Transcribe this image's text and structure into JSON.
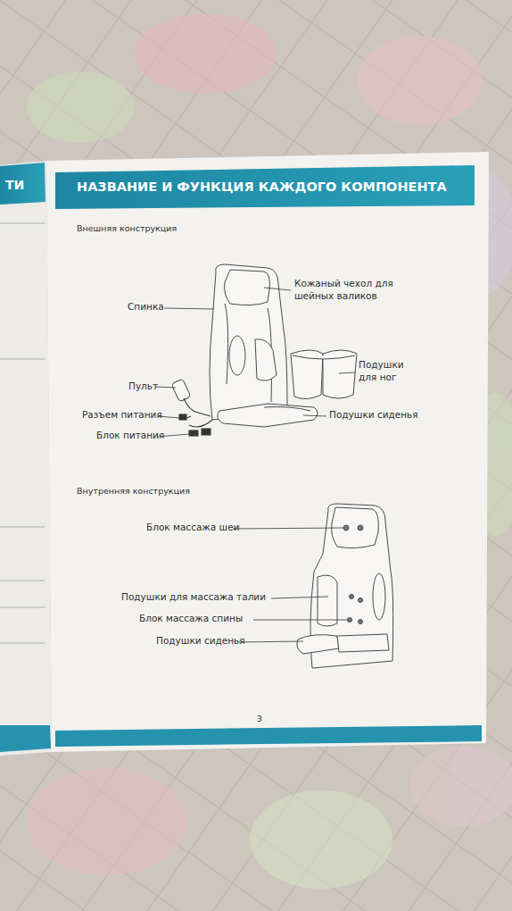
{
  "diagram": {
    "title": "НАЗВАНИЕ И ФУНКЦИЯ КАЖДОГО КОМПОНЕНТА",
    "labels": [
      "ТИ",
      "Внешняя конструкция",
      "Кожаный чехол для шейных валиков",
      "Спинка",
      "Подушки для ног",
      "Пульт",
      "Разъем питания",
      "Подушки сиденья",
      "Блок питания",
      "Внутренняя конструкция",
      "Блок массажа шеи",
      "Подушки для массажа талии",
      "Блок массажа спины",
      "Подушки сиденья",
      "3"
    ]
  }
}
